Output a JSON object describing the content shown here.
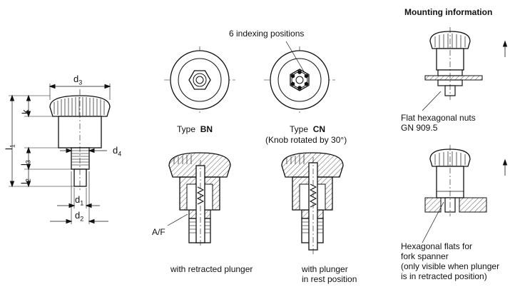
{
  "heading": "Mounting information",
  "indexing_label": "6 indexing positions",
  "type_bn": {
    "prefix": "Type",
    "code": "BN"
  },
  "type_cn": {
    "prefix": "Type",
    "code": "CN",
    "note": "(Knob rotated by 30°)"
  },
  "caption_retracted": "with retracted plunger",
  "caption_rest_1": "with plunger",
  "caption_rest_2": "in rest position",
  "af_label": "A/F",
  "mount_top_1": "Flat hexagonal nuts",
  "mount_top_2": "GN 909.5",
  "mount_bottom_1": "Hexagonal flats for",
  "mount_bottom_2": "fork spanner",
  "mount_bottom_3": "(only visible when plunger",
  "mount_bottom_4": "is in retracted position)",
  "dims": {
    "d3": "d",
    "d3_sub": "3",
    "d4": "d",
    "d4_sub": "4",
    "d1": "d",
    "d1_sub": "1",
    "d2": "d",
    "d2_sub": "2",
    "k": "k",
    "l1": "l",
    "l1_sub": "1",
    "l2": "l",
    "l2_sub": "2",
    "l3": "l",
    "l3_sub": "3"
  }
}
